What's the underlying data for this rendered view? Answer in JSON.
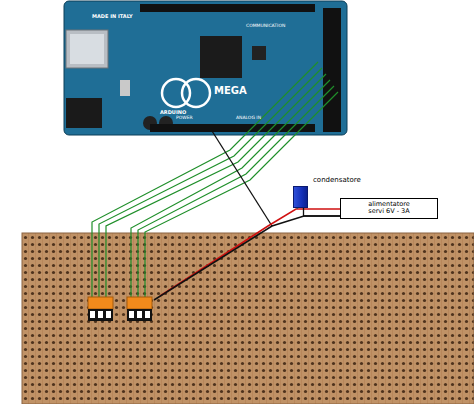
{
  "diagram": {
    "nodes": [
      {
        "text": [
          "condensatore"
        ]
      },
      {
        "text": [
          "alimentatore servi 6V - 3A"
        ]
      }
    ],
    "edges": [
      {
        "from": 0,
        "to": 1,
        "arrow": "none"
      }
    ],
    "labels": [
      "MADE IN ITALY",
      "COMMUNICATION",
      "MEGA",
      "ARDUINO",
      "POWER",
      "ANALOG IN"
    ]
  }
}
